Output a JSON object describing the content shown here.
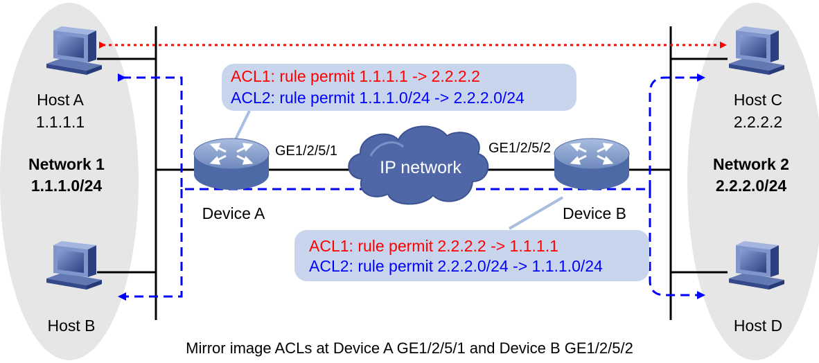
{
  "networks": [
    {
      "name": "Network 1",
      "subnet": "1.1.1.0/24"
    },
    {
      "name": "Network 2",
      "subnet": "2.2.2.0/24"
    }
  ],
  "hosts": [
    {
      "name": "Host A",
      "ip": "1.1.1.1"
    },
    {
      "name": "Host B",
      "ip": ""
    },
    {
      "name": "Host C",
      "ip": "2.2.2.2"
    },
    {
      "name": "Host D",
      "ip": ""
    }
  ],
  "devices": [
    {
      "name": "Device A",
      "port": "GE1/2/5/1"
    },
    {
      "name": "Device B",
      "port": "GE1/2/5/2"
    }
  ],
  "cloud_label": "IP network",
  "acl_boxes": [
    {
      "line1": "ACL1: rule permit 1.1.1.1 -> 2.2.2.2",
      "line2": "ACL2: rule permit 1.1.1.0/24 -> 2.2.2.0/24"
    },
    {
      "line1": "ACL1: rule permit 2.2.2.2 -> 1.1.1.1",
      "line2": "ACL2: rule permit 2.2.2.0/24 -> 1.1.1.0/24"
    }
  ],
  "caption": "Mirror image ACLs at Device A GE1/2/5/1 and Device B GE1/2/5/2",
  "colors": {
    "acl1": "#ff0000",
    "acl2": "#0000ff",
    "network_oval": "#e6e6e6",
    "acl_box": "#c9d5ec",
    "router": "#6d86b8",
    "cloud": "#4f67a6"
  }
}
